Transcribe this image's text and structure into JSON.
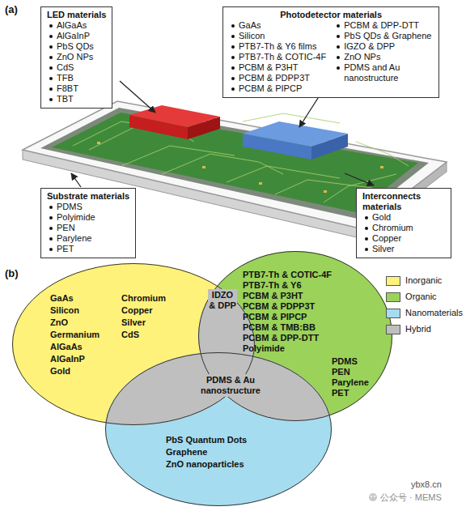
{
  "diagram": {
    "nodes": [
      {
        "text": [
          "LED materials",
          "AlGaAs",
          "AlGaInP",
          "PbS QDs",
          "ZnO NPs",
          "CdS",
          "TFB",
          "F8BT",
          "TBT"
        ]
      },
      {
        "text": [
          "Photodetector materials",
          "GaAs",
          "Silicon",
          "PTB7-Th & Y6 films",
          "PTB7-Th & COTIC-4F",
          "PCBM & P3HT",
          "PCBM & PDPP3T",
          "PCBM & PIPCP",
          "PCBM & DPP-DTT",
          "PbS QDs & Graphene",
          "IGZO & DPP",
          "ZnO NPs",
          "PDMS and Au nanostructure"
        ]
      },
      {
        "text": [
          "Substrate materials",
          "PDMS",
          "Polyimide",
          "PEN",
          "Parylene",
          "PET"
        ]
      },
      {
        "text": [
          "Interconnects materials",
          "Gold",
          "Chromium",
          "Copper",
          "Silver"
        ]
      },
      {
        "text": [
          "GaAs",
          "Silicon",
          "ZnO",
          "Germanium",
          "AlGaAs",
          "AlGaInP",
          "Gold",
          "Chromium",
          "Copper",
          "Silver",
          "CdS"
        ]
      },
      {
        "text": [
          "PTB7-Th & COTIC-4F",
          "PTB7-Th & Y6",
          "PCBM & P3HT",
          "PCBM & PDPP3T",
          "PCBM & PIPCP",
          "PCBM & TMB:BB",
          "PCBM & DPP-DTT",
          "Polyimide",
          "PDMS",
          "PEN",
          "Parylene",
          "PET"
        ]
      },
      {
        "text": [
          "PbS Quantum Dots",
          "Graphene",
          "ZnO nanoparticles"
        ]
      }
    ],
    "labels": [
      "(a)",
      "(b)",
      "IDZO & DPP",
      "PDMS & Au nanostructure",
      "ybx8.cn",
      "公众号 · MEMS"
    ],
    "legend": [
      {
        "text": "Inorganic",
        "color": "#fff27a"
      },
      {
        "text": "Organic",
        "color": "#9bd25a"
      },
      {
        "text": "Nanomaterials",
        "color": "#a6dcef"
      },
      {
        "text": "Hybrid",
        "color": "#bfbfbf"
      }
    ]
  }
}
